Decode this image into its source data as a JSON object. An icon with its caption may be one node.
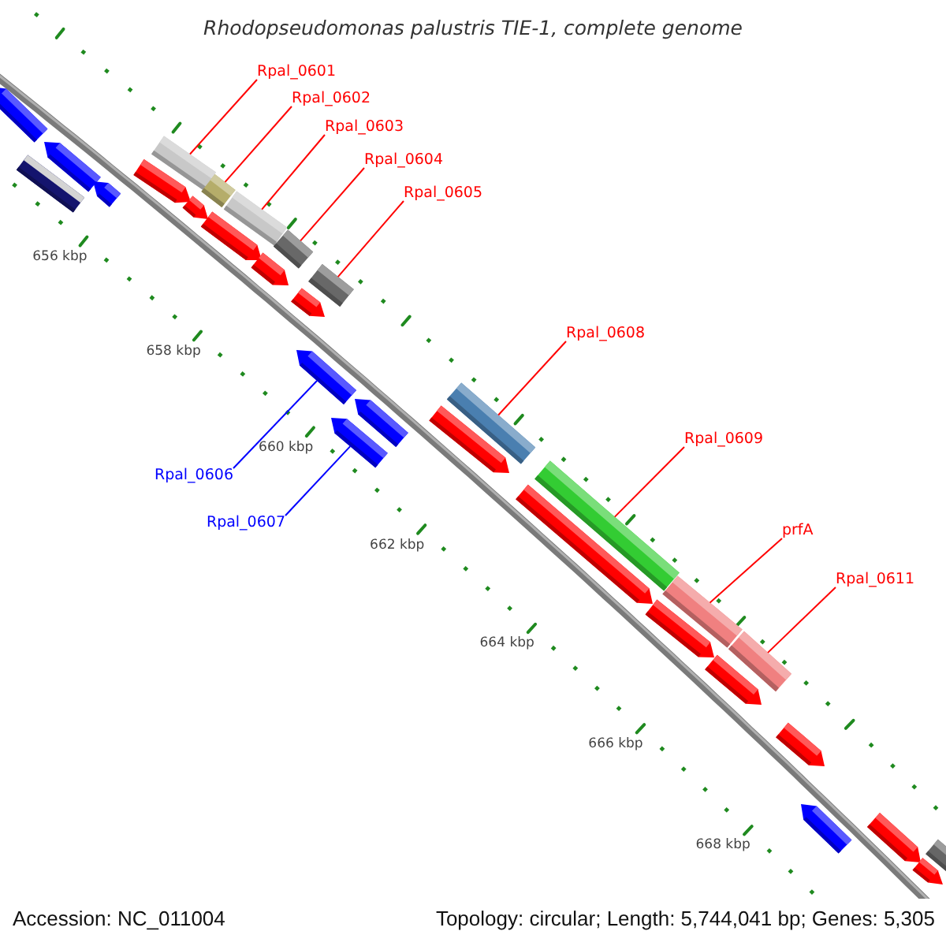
{
  "diagram": {
    "title": "Rhodopseudomonas palustris TIE-1, complete genome",
    "nodes": [
      {
        "text": [
          "Rpal_0601"
        ]
      },
      {
        "text": [
          "Rpal_0602"
        ]
      },
      {
        "text": [
          "Rpal_0603"
        ]
      },
      {
        "text": [
          "Rpal_0604"
        ]
      },
      {
        "text": [
          "Rpal_0605"
        ]
      },
      {
        "text": [
          "Rpal_0606"
        ]
      },
      {
        "text": [
          "Rpal_0607"
        ]
      },
      {
        "text": [
          "Rpal_0608"
        ]
      },
      {
        "text": [
          "Rpal_0609"
        ]
      },
      {
        "text": [
          "prfA"
        ]
      },
      {
        "text": [
          "Rpal_0611"
        ]
      },
      {
        "text": [],
        "shape": "bar"
      },
      {
        "text": [],
        "shape": "bar"
      },
      {
        "text": [],
        "shape": "bar"
      },
      {
        "text": [],
        "shape": "bar"
      },
      {
        "text": [],
        "shape": "bar"
      },
      {
        "text": [],
        "shape": "pentagon"
      },
      {
        "text": [],
        "shape": "pentagon"
      },
      {
        "text": [],
        "shape": "bar"
      },
      {
        "text": [],
        "shape": "bar"
      },
      {
        "text": [],
        "shape": "bar"
      },
      {
        "text": [],
        "shape": "bar"
      },
      {
        "text": [],
        "shape": "pentagon"
      },
      {
        "text": [],
        "shape": "pentagon"
      },
      {
        "text": [],
        "shape": "pentagon"
      },
      {
        "text": [],
        "shape": "pentagon"
      },
      {
        "text": [],
        "shape": "pentagon"
      },
      {
        "text": [],
        "shape": "pentagon"
      },
      {
        "text": [],
        "shape": "pentagon"
      },
      {
        "text": [],
        "shape": "pentagon"
      },
      {
        "text": [],
        "shape": "pentagon"
      },
      {
        "text": [],
        "shape": "pentagon"
      },
      {
        "text": [],
        "shape": "pentagon"
      },
      {
        "text": [],
        "shape": "pentagon"
      },
      {
        "text": [],
        "shape": "pentagon"
      },
      {
        "text": [],
        "shape": "pentagon"
      },
      {
        "text": [],
        "shape": "pentagon"
      },
      {
        "text": [],
        "shape": "pentagon"
      },
      {
        "text": [],
        "shape": "pentagon"
      },
      {
        "text": [],
        "shape": "bar"
      },
      {
        "text": [],
        "shape": "bar"
      }
    ],
    "edges": [
      {
        "from": 0,
        "to": 11,
        "arrow": "none"
      },
      {
        "from": 1,
        "to": 12,
        "arrow": "none"
      },
      {
        "from": 2,
        "to": 13,
        "arrow": "none"
      },
      {
        "from": 3,
        "to": 14,
        "arrow": "none"
      },
      {
        "from": 4,
        "to": 15,
        "arrow": "none"
      },
      {
        "from": 5,
        "to": 16,
        "arrow": "none",
        "color": "#0000ff"
      },
      {
        "from": 6,
        "to": 17,
        "arrow": "none",
        "color": "#0000ff"
      },
      {
        "from": 7,
        "to": 18,
        "arrow": "none"
      },
      {
        "from": 8,
        "to": 19,
        "arrow": "none"
      },
      {
        "from": 9,
        "to": 20,
        "arrow": "none"
      },
      {
        "from": 10,
        "to": 21,
        "arrow": "none"
      }
    ],
    "labels": [
      "656 kbp",
      "658 kbp",
      "660 kbp",
      "662 kbp",
      "664 kbp",
      "666 kbp",
      "668 kbp",
      "Accession: NC_011004",
      "Topology: circular; Length: 5,744,041 bp; Genes: 5,305"
    ]
  }
}
